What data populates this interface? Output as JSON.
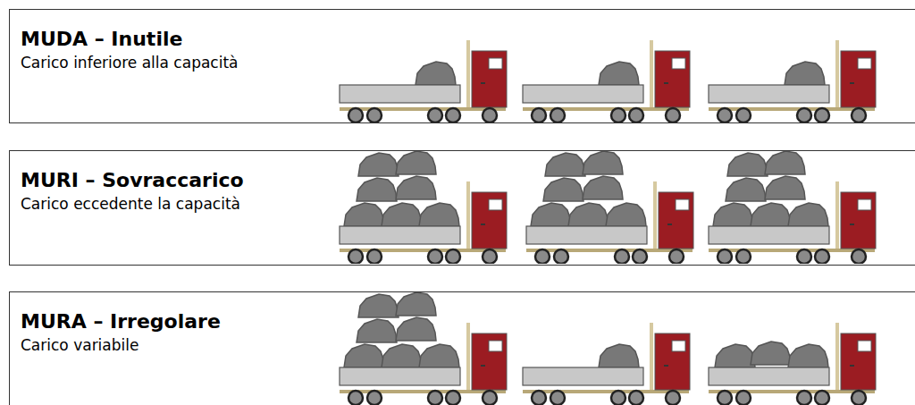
{
  "diagram": {
    "nodes": [
      {
        "text": [
          "MUDA – Inutile",
          "Carico inferiore alla capacità"
        ]
      },
      {
        "text": [
          "MURI – Sovraccarico",
          "Carico eccedente la capacità"
        ]
      },
      {
        "text": [
          "MURA – Irregolare",
          "Carico variabile"
        ]
      }
    ]
  }
}
